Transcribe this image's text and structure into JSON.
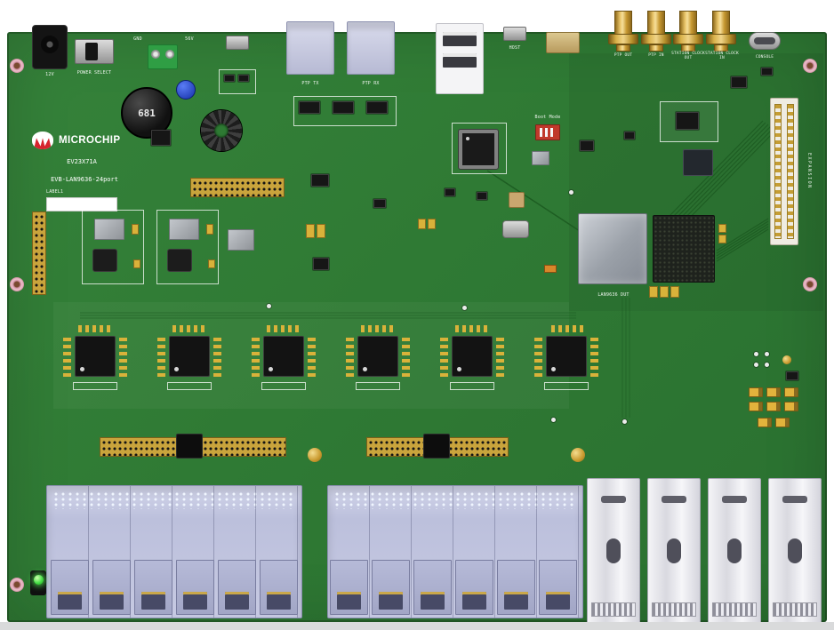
{
  "board": {
    "brand": "MICROCHIP",
    "board_id": "EV23X71A",
    "product": "EVB-LAN9636-24port",
    "pcb_color": "#2f7a34",
    "silkscreen_color": "#f0f6f0"
  },
  "silkscreen": {
    "power_select": "POWER SELECT",
    "vin_dc": "12V",
    "gnd": "GND",
    "vin_poe": "56V",
    "ptp_tx": "PTP TX",
    "ptp_rx": "PTP RX",
    "host": "HOST",
    "boot_mode": "Boot Mode",
    "console": "CONSOLE",
    "expansion": "EXPANSION",
    "label1": "LABEL1",
    "dut": "LAN9636 DUT"
  },
  "sma": {
    "labels": [
      "PTP OUT",
      "PTP IN",
      "STATION CLOCK OUT",
      "STATION CLOCK IN"
    ]
  },
  "components": {
    "bulk_cap_marking": "681"
  }
}
